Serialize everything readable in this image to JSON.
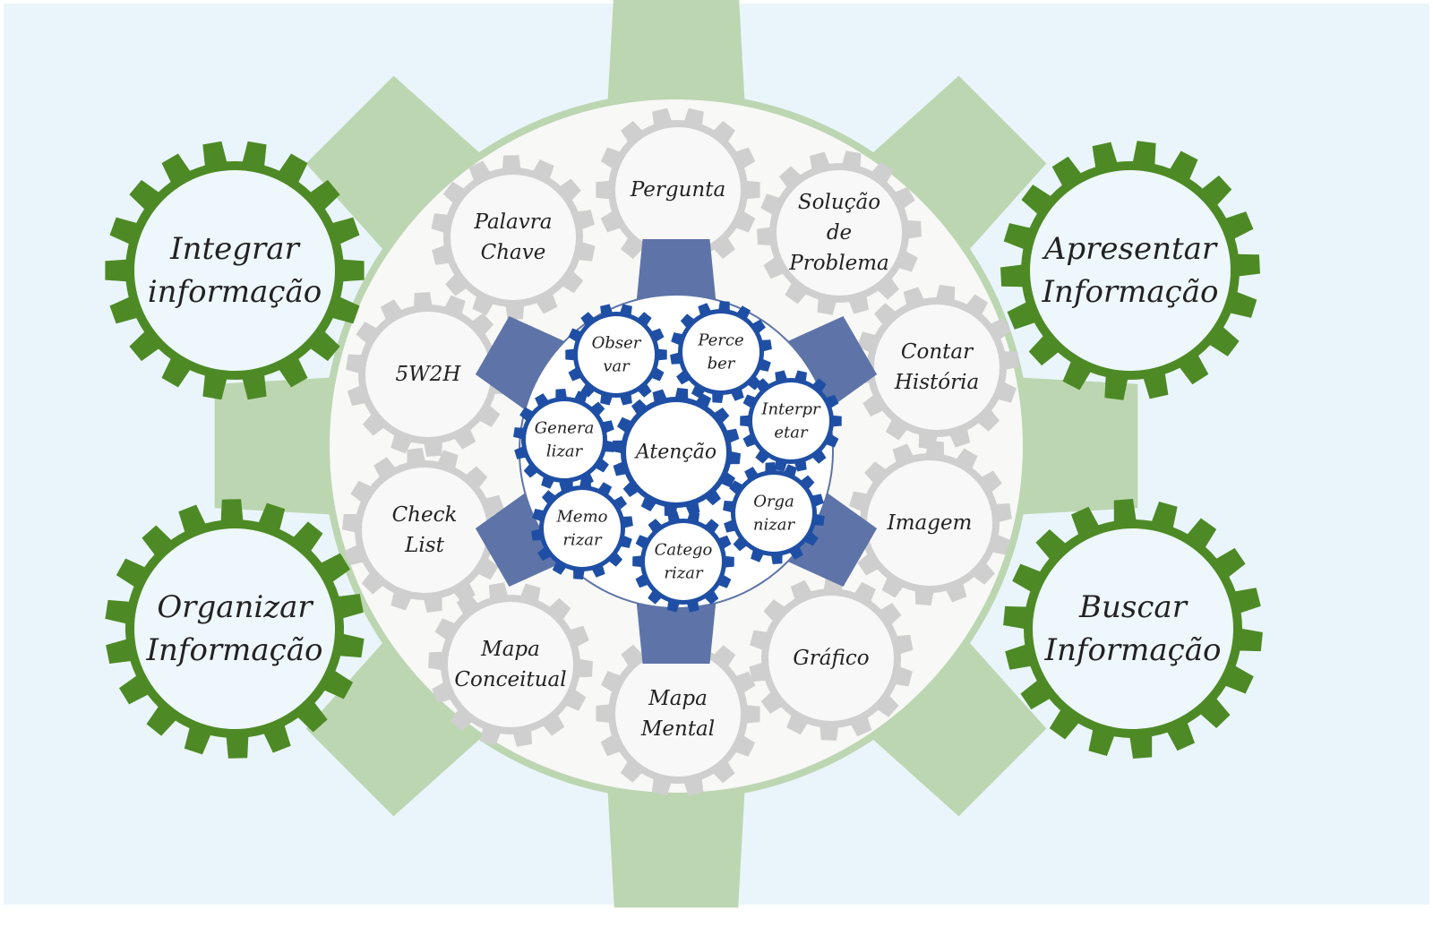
{
  "colors": {
    "background": "#eaf5fb",
    "big_gear": "#bcd6b2",
    "center_disc": "#f8f8f6",
    "grey_gear": "#cfcfcf",
    "grey_inner": "#f8f8f8",
    "navy_gear": "#5e74a8",
    "blue_gear": "#1f4fa5",
    "green_gear": "#4d8a25",
    "green_inner": "#eef7fc"
  },
  "outer_gears": [
    {
      "id": "integrar",
      "lines": [
        "Integrar",
        "informação"
      ]
    },
    {
      "id": "organizar",
      "lines": [
        "Organizar",
        "Informação"
      ]
    },
    {
      "id": "apresentar",
      "lines": [
        "Apresentar",
        "Informação"
      ]
    },
    {
      "id": "buscar",
      "lines": [
        "Buscar",
        "Informação"
      ]
    }
  ],
  "tool_gears": [
    {
      "id": "pergunta",
      "lines": [
        "Pergunta"
      ]
    },
    {
      "id": "palavra-chave",
      "lines": [
        "Palavra",
        "Chave"
      ]
    },
    {
      "id": "solucao-de-problema",
      "lines": [
        "Solução",
        "de",
        "Problema"
      ]
    },
    {
      "id": "5w2h",
      "lines": [
        "5W2H"
      ]
    },
    {
      "id": "contar-historia",
      "lines": [
        "Contar",
        "História"
      ]
    },
    {
      "id": "check-list",
      "lines": [
        "Check",
        "List"
      ]
    },
    {
      "id": "imagem",
      "lines": [
        "Imagem"
      ]
    },
    {
      "id": "mapa-conceitual",
      "lines": [
        "Mapa",
        "Conceitual"
      ]
    },
    {
      "id": "grafico",
      "lines": [
        "Gráfico"
      ]
    },
    {
      "id": "mapa-mental",
      "lines": [
        "Mapa",
        "Mental"
      ]
    }
  ],
  "skill_gears": [
    {
      "id": "observar",
      "lines": [
        "Obser",
        "var"
      ]
    },
    {
      "id": "perceber",
      "lines": [
        "Perce",
        "ber"
      ]
    },
    {
      "id": "generalizar",
      "lines": [
        "Genera",
        "lizar"
      ]
    },
    {
      "id": "interpretar",
      "lines": [
        "Interpr",
        "etar"
      ]
    },
    {
      "id": "memorizar",
      "lines": [
        "Memo",
        "rizar"
      ]
    },
    {
      "id": "organizar",
      "lines": [
        "Orga",
        "nizar"
      ]
    },
    {
      "id": "categorizar",
      "lines": [
        "Catego",
        "rizar"
      ]
    }
  ],
  "center_gear": {
    "label": "Atenção"
  }
}
